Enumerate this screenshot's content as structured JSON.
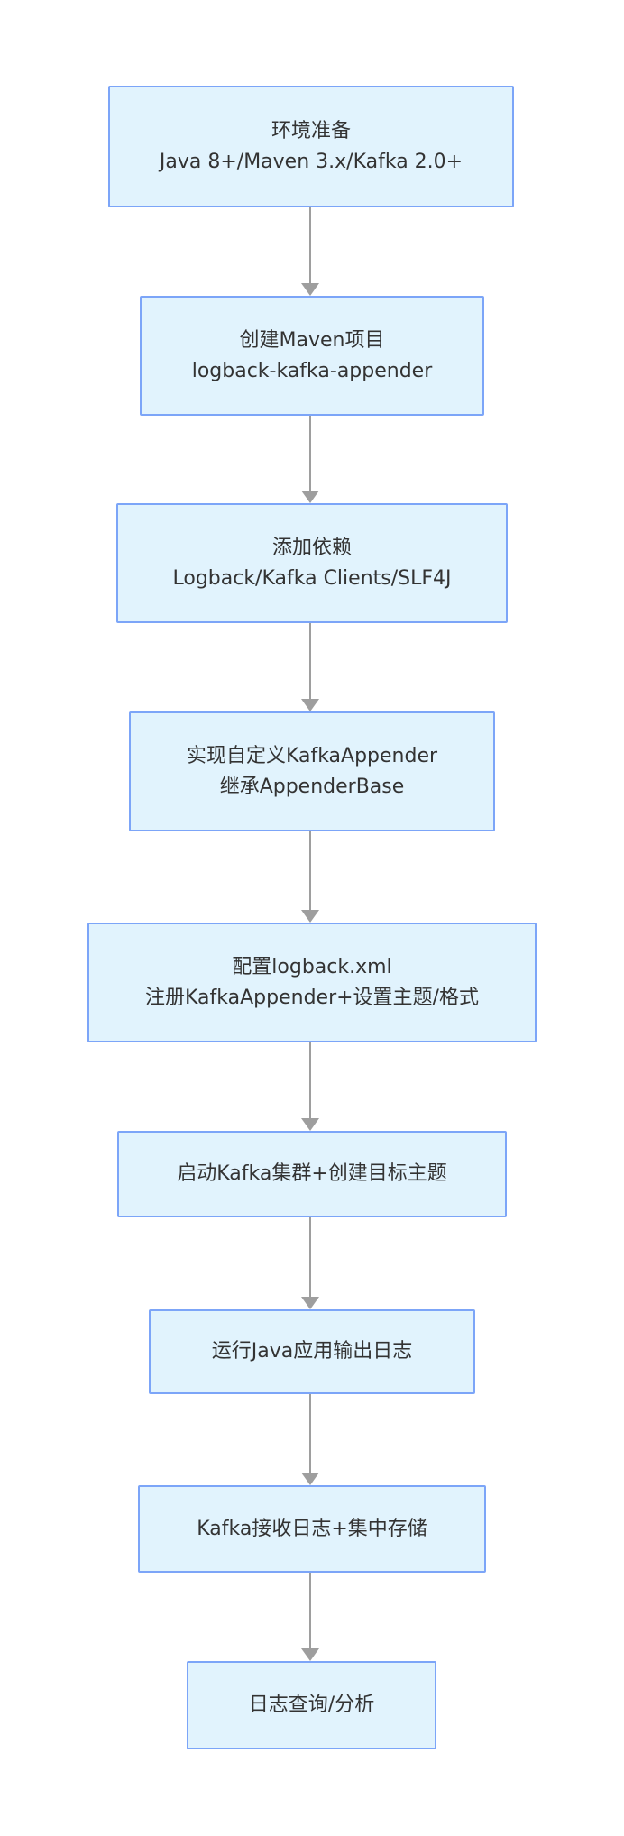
{
  "diagram": {
    "type": "flowchart",
    "direction": "top-down",
    "edges": [
      {
        "from": "env-prep",
        "to": "create-maven-project"
      },
      {
        "from": "create-maven-project",
        "to": "add-dependencies"
      },
      {
        "from": "add-dependencies",
        "to": "implement-kafka-appender"
      },
      {
        "from": "implement-kafka-appender",
        "to": "configure-logback-xml"
      },
      {
        "from": "configure-logback-xml",
        "to": "start-kafka-cluster"
      },
      {
        "from": "start-kafka-cluster",
        "to": "run-java-app"
      },
      {
        "from": "run-java-app",
        "to": "kafka-receive-logs"
      },
      {
        "from": "kafka-receive-logs",
        "to": "log-query-analysis"
      }
    ]
  },
  "nodes": [
    {
      "id": "env-prep",
      "lines": [
        "环境准备",
        "Java 8+/Maven 3.x/Kafka 2.0+"
      ]
    },
    {
      "id": "create-maven-project",
      "lines": [
        "创建Maven项目",
        "logback-kafka-appender"
      ]
    },
    {
      "id": "add-dependencies",
      "lines": [
        "添加依赖",
        "Logback/Kafka Clients/SLF4J"
      ]
    },
    {
      "id": "implement-kafka-appender",
      "lines": [
        "实现自定义KafkaAppender",
        "继承AppenderBase"
      ]
    },
    {
      "id": "configure-logback-xml",
      "lines": [
        "配置logback.xml",
        "注册KafkaAppender+设置主题/格式"
      ]
    },
    {
      "id": "start-kafka-cluster",
      "lines": [
        "启动Kafka集群+创建目标主题"
      ]
    },
    {
      "id": "run-java-app",
      "lines": [
        "运行Java应用输出日志"
      ]
    },
    {
      "id": "kafka-receive-logs",
      "lines": [
        "Kafka接收日志+集中存储"
      ]
    },
    {
      "id": "log-query-analysis",
      "lines": [
        "日志查询/分析"
      ]
    }
  ],
  "colors": {
    "node-fill": "#e1f3fd",
    "node-border": "#7ca5f8",
    "arrow": "#9e9e9e",
    "text": "#333333",
    "background": "#ffffff"
  }
}
